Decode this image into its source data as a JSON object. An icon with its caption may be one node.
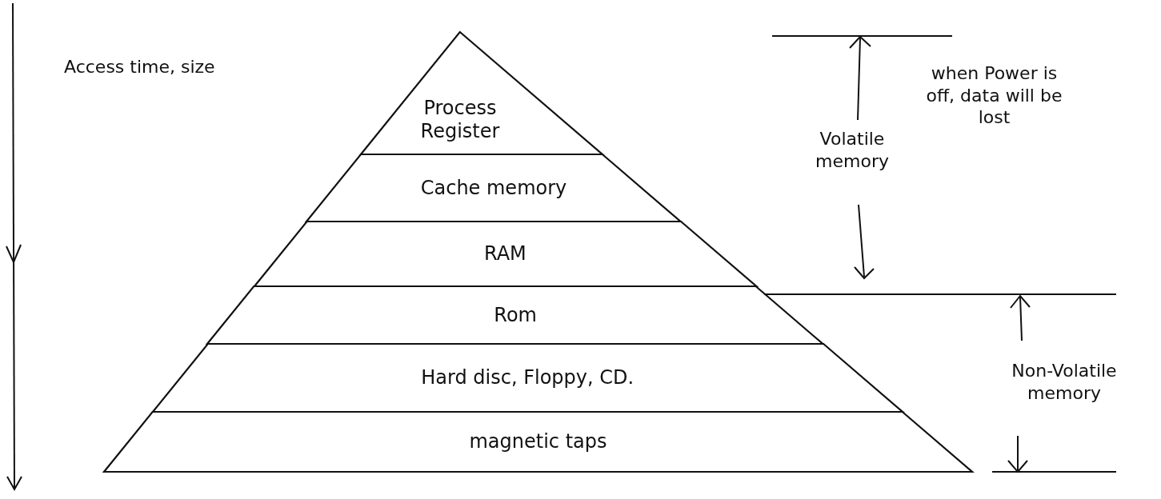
{
  "diagram": {
    "nodes": [
      {
        "text": [
          "Process Register"
        ]
      },
      {
        "text": [
          "Cache memory"
        ]
      },
      {
        "text": [
          "RAM"
        ]
      },
      {
        "text": [
          "Rom"
        ]
      },
      {
        "text": [
          "Hard disc, Floppy, CD."
        ]
      },
      {
        "text": [
          "magnetic taps"
        ]
      }
    ],
    "labels": [
      "Access time, size",
      "Volatile memory",
      "when Power is off, data will be lost",
      "Non-Volatile memory"
    ]
  }
}
